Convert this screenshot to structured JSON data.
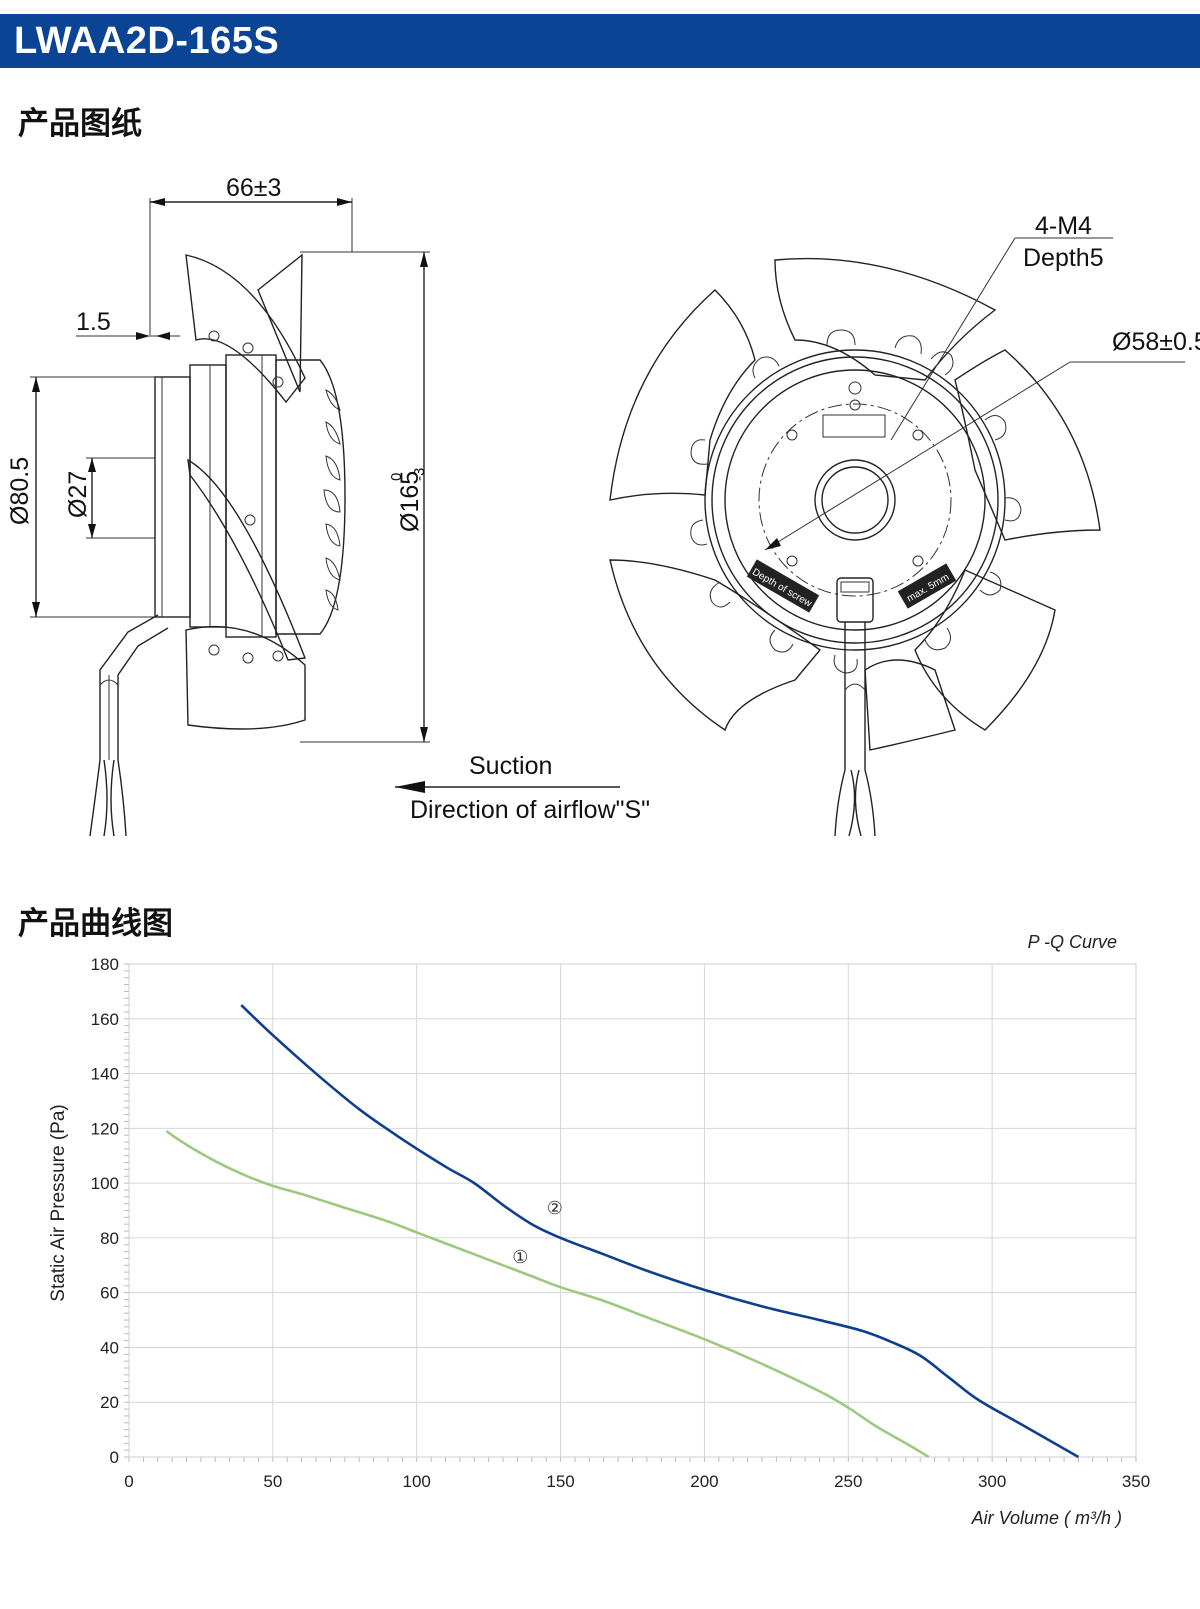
{
  "header": {
    "title": "LWAA2D-165S",
    "color": "#0b4395"
  },
  "sections": {
    "drawing_title": "产品图纸",
    "curve_title": "产品曲线图"
  },
  "drawing": {
    "dim_width": "66±3",
    "dim_offset": "1.5",
    "dim_outer": "Ø80.5",
    "dim_shaft": "Ø27",
    "dim_fan_main": "Ø165",
    "dim_fan_sup": "0",
    "dim_fan_sub": "-3",
    "screw_label": "4-M4",
    "screw_depth": "Depth5",
    "hole_circle": "Ø58±0.5",
    "suction_label": "Suction",
    "airflow_label": "Direction of airflow\"S\"",
    "badge_left": "Depth of screw",
    "badge_right": "max. 5mm"
  },
  "chart_data": {
    "type": "line",
    "title": "P -Q Curve",
    "xlabel": "Air Volume ( m³/h )",
    "ylabel": "Static Air Pressure  (Pa)",
    "xlim": [
      0,
      350
    ],
    "ylim": [
      0,
      180
    ],
    "xticks": [
      0,
      50,
      100,
      150,
      200,
      250,
      300,
      350
    ],
    "yticks": [
      0,
      20,
      40,
      60,
      80,
      100,
      120,
      140,
      160,
      180
    ],
    "grid": true,
    "series": [
      {
        "name": "①",
        "color": "#9cc97e",
        "x": [
          13,
          20,
          30,
          40,
          50,
          60,
          75,
          90,
          100,
          110,
          120,
          130,
          140,
          150,
          165,
          180,
          200,
          220,
          240,
          250,
          260,
          270,
          278
        ],
        "y": [
          119,
          114,
          108,
          103,
          99,
          96,
          91,
          86,
          82,
          78,
          74,
          70,
          66,
          62,
          57,
          51,
          43,
          34,
          24,
          18,
          11,
          5,
          0
        ]
      },
      {
        "name": "②",
        "color": "#0f3f8c",
        "x": [
          39,
          50,
          65,
          80,
          95,
          110,
          120,
          130,
          140,
          150,
          165,
          180,
          200,
          220,
          240,
          255,
          265,
          275,
          285,
          295,
          310,
          330
        ],
        "y": [
          165,
          154,
          140,
          127,
          116,
          106,
          100,
          92,
          85,
          80,
          74,
          68,
          61,
          55,
          50,
          46,
          42,
          37,
          29,
          21,
          12,
          0
        ]
      }
    ],
    "annotations": [
      {
        "text": "①",
        "x": 136,
        "y": 73
      },
      {
        "text": "②",
        "x": 148,
        "y": 91
      }
    ]
  }
}
